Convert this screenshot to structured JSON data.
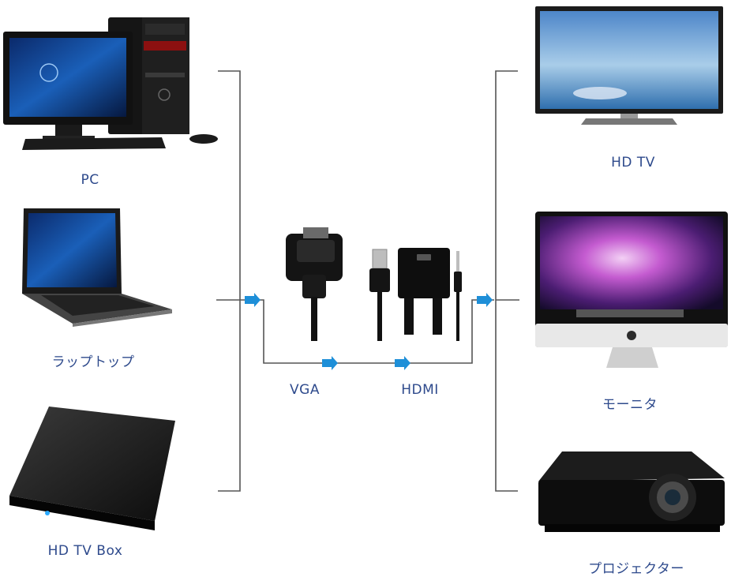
{
  "sources": [
    {
      "id": "pc",
      "label": "PC",
      "icon": "desktop-pc-icon"
    },
    {
      "id": "laptop",
      "label": "ラップトップ",
      "icon": "laptop-icon"
    },
    {
      "id": "tvbox",
      "label": "HD TV Box",
      "icon": "tv-box-icon"
    }
  ],
  "adapter": {
    "vga_label": "VGA",
    "hdmi_label": "HDMI",
    "icons": [
      "vga-connector-icon",
      "usb-plug-icon",
      "hdmi-adapter-icon",
      "audio-jack-icon"
    ]
  },
  "outputs": [
    {
      "id": "hdtv",
      "label": "HD TV",
      "icon": "hd-tv-icon"
    },
    {
      "id": "monitor",
      "label": "モーニタ",
      "icon": "monitor-icon"
    },
    {
      "id": "projector",
      "label": "プロジェクター",
      "icon": "projector-icon"
    }
  ],
  "colors": {
    "line": "#555555",
    "arrow": "#1e8fd8",
    "label": "#2e4a8c"
  }
}
